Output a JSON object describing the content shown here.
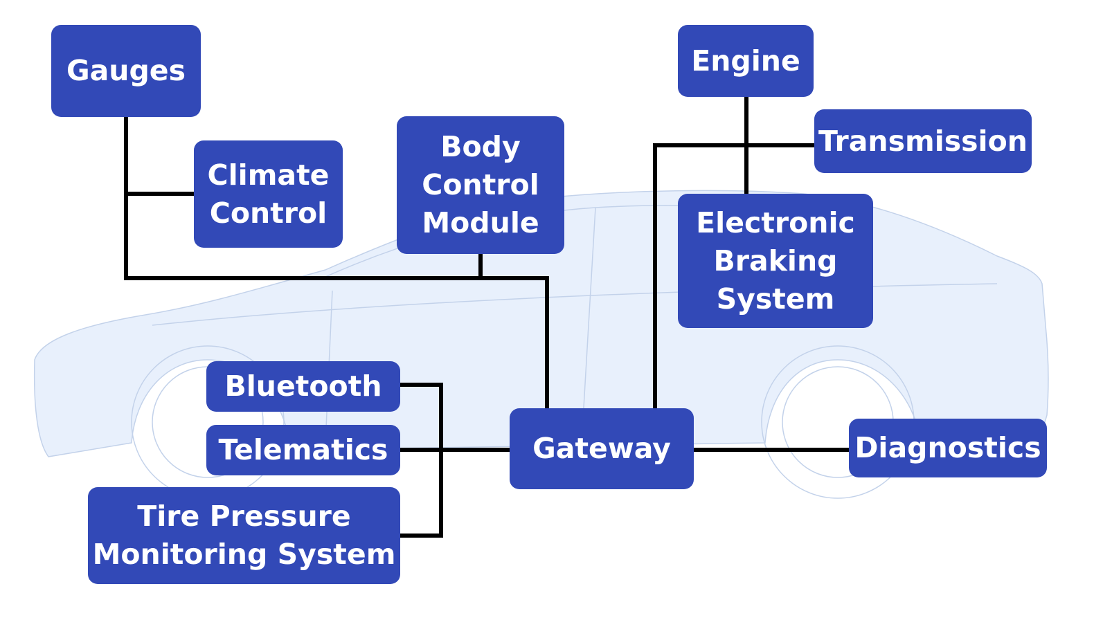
{
  "diagram": {
    "type": "vehicle network topology",
    "background": "car silhouette (side view)",
    "colors": {
      "node_fill": "#3249b7",
      "node_text": "#ffffff",
      "wire": "#000000",
      "car_fill": "#e8f0fc",
      "car_outline": "#c3d2ea"
    },
    "nodes": {
      "gauges": "Gauges",
      "climate": "Climate\nControl",
      "bcm": "Body\nControl\nModule",
      "engine": "Engine",
      "transmission": "Transmission",
      "ebs": "Electronic\nBraking\nSystem",
      "bluetooth": "Bluetooth",
      "telematics": "Telematics",
      "tpms": "Tire Pressure\nMonitoring System",
      "gateway": "Gateway",
      "diagnostics": "Diagnostics"
    },
    "connections": [
      {
        "from": "gauges",
        "to": "gateway"
      },
      {
        "from": "climate",
        "to": "gateway"
      },
      {
        "from": "bcm",
        "to": "gateway"
      },
      {
        "from": "engine",
        "to": "gateway"
      },
      {
        "from": "transmission",
        "to": "gateway"
      },
      {
        "from": "ebs",
        "to": "gateway"
      },
      {
        "from": "bluetooth",
        "to": "gateway"
      },
      {
        "from": "telematics",
        "to": "gateway"
      },
      {
        "from": "tpms",
        "to": "gateway"
      },
      {
        "from": "gateway",
        "to": "diagnostics"
      }
    ]
  }
}
